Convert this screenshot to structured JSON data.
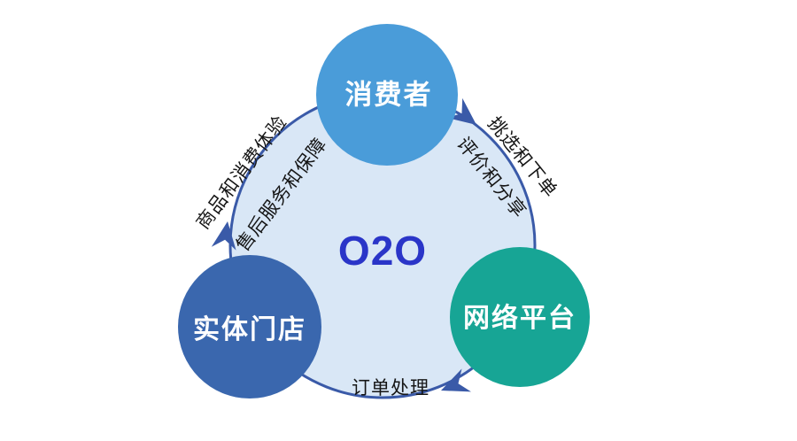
{
  "diagram": {
    "title": "O2O cycle diagram",
    "background": "#ffffff"
  },
  "center": {
    "label": "O2O",
    "color": "#2A35C8"
  },
  "ring": {
    "fill": "#D9E7F6",
    "stroke": "#3A5AA8"
  },
  "nodes": [
    {
      "id": "consumer",
      "label": "消费者",
      "color": "#4A9CD9"
    },
    {
      "id": "store",
      "label": "实体门店",
      "color": "#3A67AE"
    },
    {
      "id": "platform",
      "label": "网络平台",
      "color": "#17A595"
    }
  ],
  "flows": [
    {
      "from": "consumer",
      "to": "platform",
      "labels": [
        "挑选和下单",
        "评价和分享"
      ]
    },
    {
      "from": "platform",
      "to": "store",
      "labels": [
        "订单处理"
      ]
    },
    {
      "from": "store",
      "to": "consumer",
      "labels": [
        "商品和消费体验",
        "售后服务和保障"
      ]
    }
  ]
}
